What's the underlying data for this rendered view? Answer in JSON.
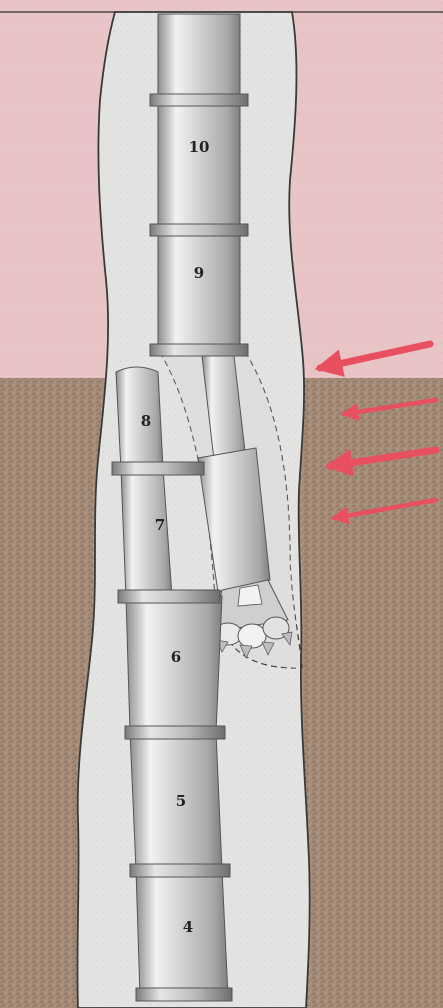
{
  "colors": {
    "upper_layer": "#e8c4c6",
    "lower_layer": "#a38b78",
    "hole_fill": "#e2e2e0",
    "hole_outline": "#3a3a3a",
    "pipe_body": "#cfcfcf",
    "pipe_highlight": "#f3f3f3",
    "pipe_shadow": "#8f8f8f",
    "arrow": "#e8505f"
  },
  "segments": {
    "upper": [
      {
        "label": "10"
      },
      {
        "label": "9"
      }
    ],
    "lower": [
      {
        "label": "8"
      },
      {
        "label": "7"
      },
      {
        "label": "6"
      },
      {
        "label": "5"
      },
      {
        "label": "4"
      }
    ]
  },
  "force_arrows": {
    "count": 4
  },
  "icons": {
    "drill_bit": "roller-cone-bit-icon"
  }
}
